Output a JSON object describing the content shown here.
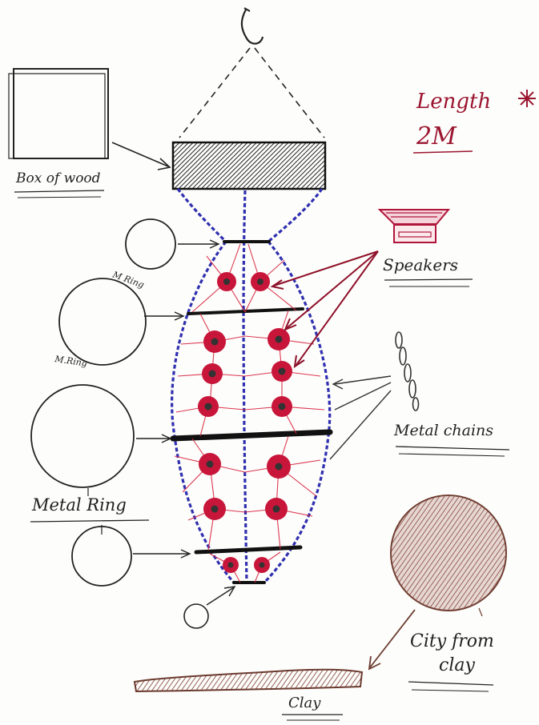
{
  "labels": {
    "box_of_wood": "Box of wood",
    "length_label": "Length",
    "length_value": "2M",
    "speakers": "Speakers",
    "metal_chains": "Metal chains",
    "metal_ring": "Metal Ring",
    "ring_small_1": "M Ring",
    "ring_small_2": "M.Ring",
    "city_from_clay": "City from",
    "clay_word": "clay",
    "clay_base": "Clay"
  },
  "colors": {
    "ink": "#1e1e1e",
    "chain": "#2f2fb0",
    "red": "#c8163a",
    "dark_red": "#8e1029",
    "brown": "#6b3a2e"
  }
}
